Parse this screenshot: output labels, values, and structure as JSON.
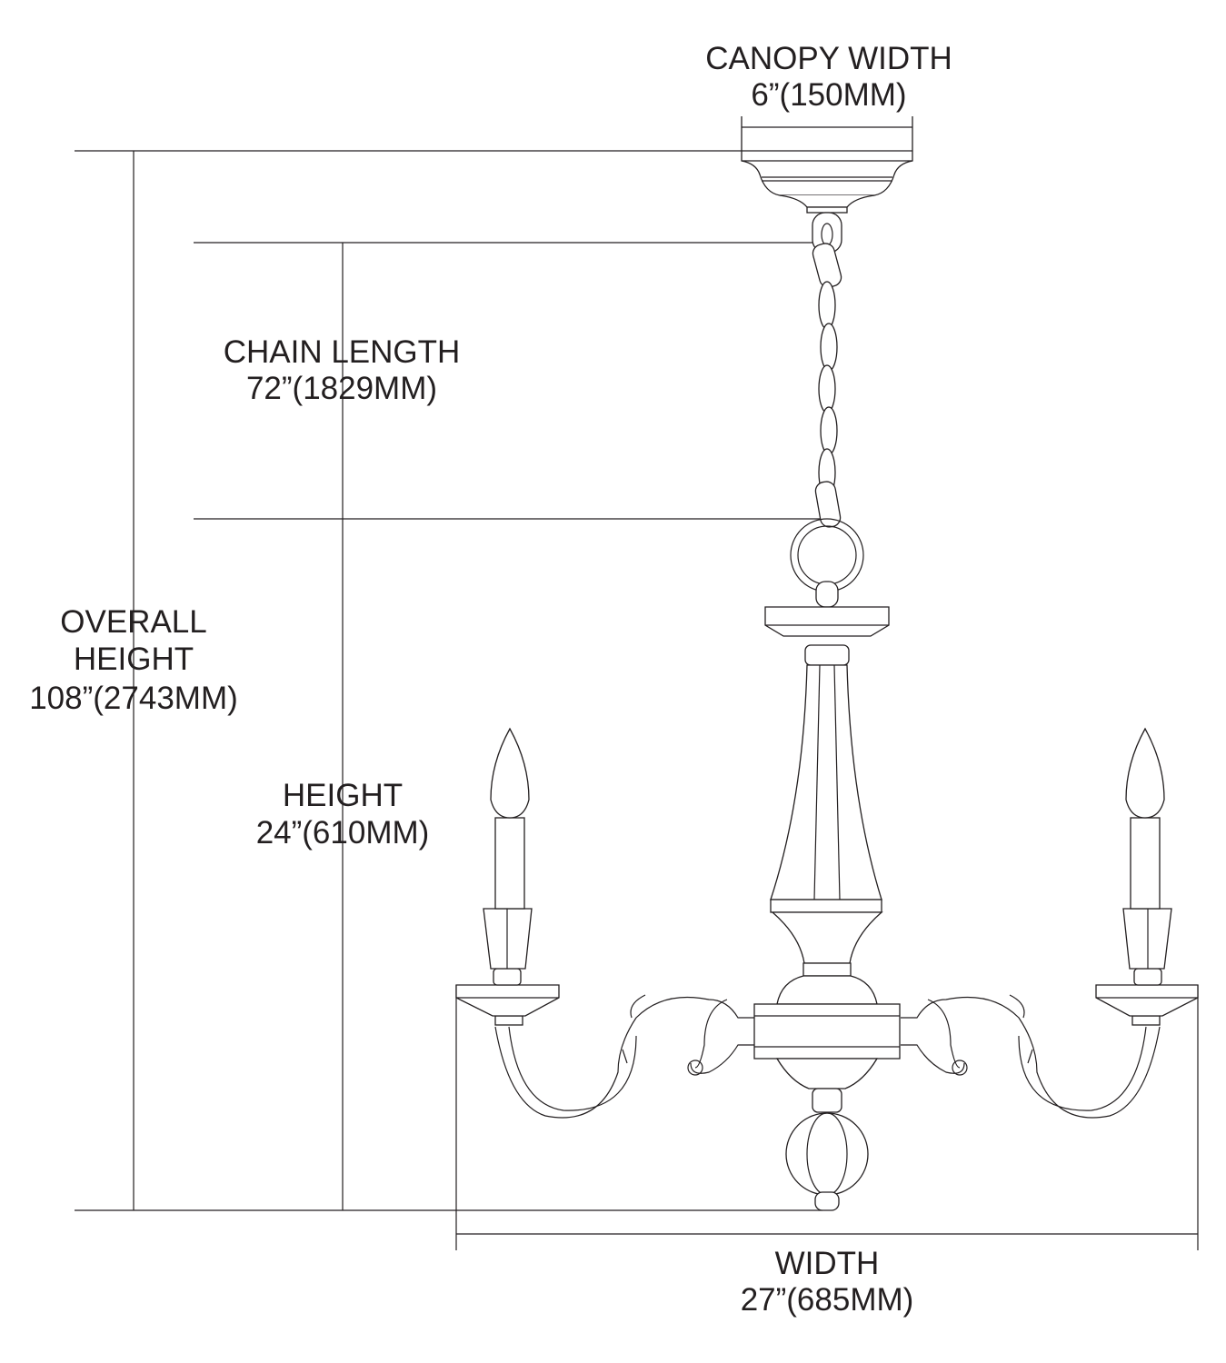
{
  "dimensions": {
    "canopy_width": {
      "label": "CANOPY WIDTH",
      "value": "6”(150MM)"
    },
    "chain_length": {
      "label": "CHAIN LENGTH",
      "value": "72”(1829MM)"
    },
    "overall_height": {
      "label_line1": "OVERALL",
      "label_line2": "HEIGHT",
      "value": "108”(2743MM)"
    },
    "height": {
      "label": "HEIGHT",
      "value": "24”(610MM)"
    },
    "width": {
      "label": "WIDTH",
      "value": "27”(685MM)"
    }
  },
  "colors": {
    "line": "#231f20",
    "background": "#ffffff"
  }
}
